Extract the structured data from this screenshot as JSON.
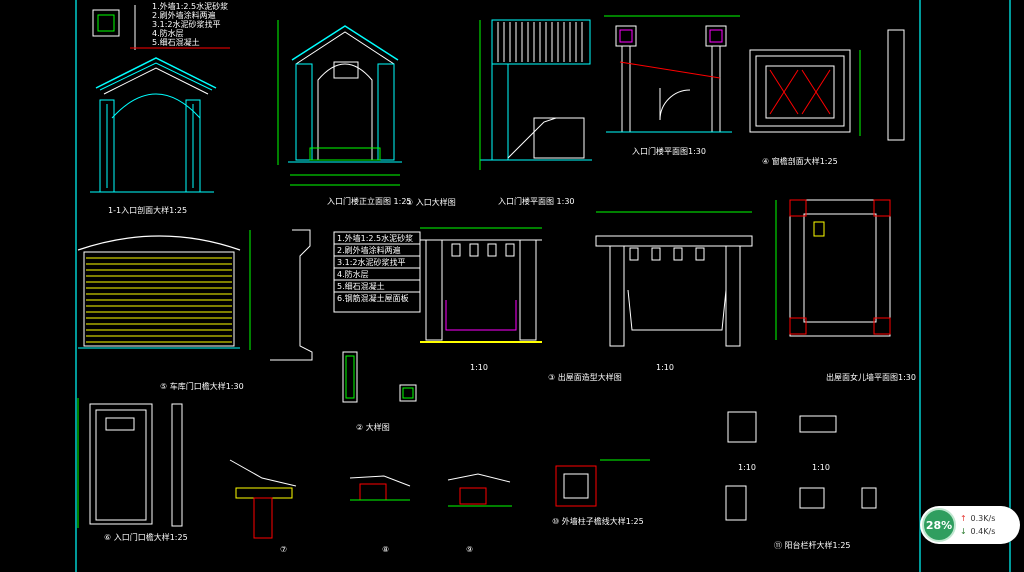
{
  "drawing": {
    "notes_short": [
      "1:10",
      "1:10",
      "1:10",
      "1:10"
    ],
    "titles": {
      "t1": "1-1入口剖面大样1:25",
      "t2": "入口门楼正立面图 1:25",
      "t3": "① 入口大样图",
      "t4": "入口门楼平面图 1:30",
      "t5": "② 入口大样图",
      "t6": "入口门楼平面图1:30",
      "t7": "④ 窗檐剖面大样1:25",
      "t8": "③ 出屋面造型大样图",
      "t9": "⑤ 车库门口檐大样1:30",
      "t10": "② 大样图",
      "t11": "出屋面女儿墙平面图1:30",
      "t12": "⑥ 入口门口檐大样1:25",
      "t13": "⑦",
      "t14": "⑧",
      "t15": "⑨",
      "t16": "⑩ 外墙柱子檐线大样1:25",
      "t17": "⑪ 阳台栏杆大样1:25"
    },
    "spec_notes": [
      "1.外墙1:2.5水泥砂浆",
      "2.刷外墙涂料两遍",
      "3.1:2水泥砂浆找平",
      "4.防水层",
      "5.细石混凝土",
      "6.钢筋混凝土屋面板"
    ]
  },
  "net_monitor": {
    "percent": "28%",
    "upload": "0.3K/s",
    "download": "0.4K/s",
    "upload_arrow": "↑",
    "download_arrow": "↓",
    "up_color": "#e53935",
    "down_color": "#2e7d32"
  }
}
